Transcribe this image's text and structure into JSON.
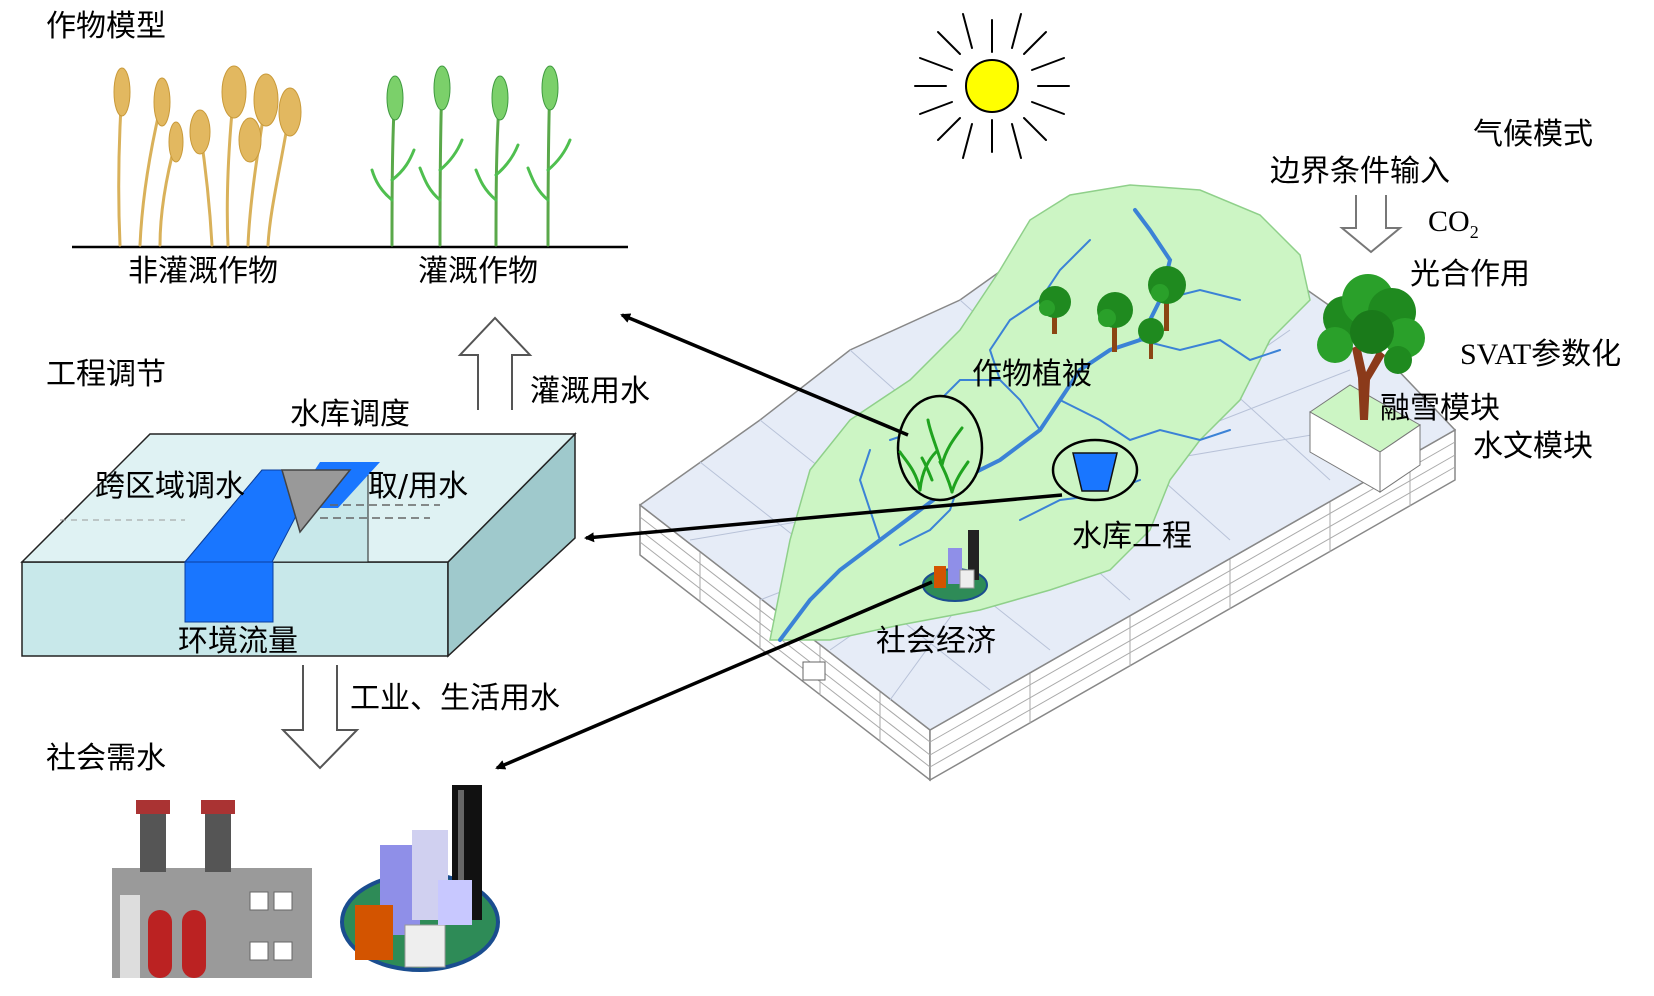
{
  "sections": {
    "crop_model": "作物模型",
    "engineering": "工程调节",
    "social_demand": "社会需水"
  },
  "crops": {
    "rainfed": "非灌溉作物",
    "irrigated": "灌溉作物"
  },
  "flows": {
    "irrigation_water": "灌溉用水",
    "industrial_domestic_water": "工业、生活用水"
  },
  "engineering_block": {
    "reservoir_dispatch": "水库调度",
    "inter_basin_transfer": "跨区域调水",
    "withdrawal_use": "取/用水",
    "environmental_flow": "环境流量"
  },
  "landscape": {
    "crop_vegetation": "作物植被",
    "reservoir_project": "水库工程",
    "socio_economy": "社会经济"
  },
  "climate": {
    "climate_model": "气候模式",
    "boundary_input": "边界条件输入",
    "co2_base": "CO",
    "co2_sub": "2",
    "photosynthesis": "光合作用",
    "svat": "SVAT参数化",
    "snowmelt": "融雪模块",
    "hydrology": "水文模块"
  },
  "colors": {
    "land_green": "#ccf5c4",
    "river_blue": "#3b82d6",
    "water_blue": "#1976ff",
    "block_face": "#c8e8ea",
    "sun_yellow": "#ffff00",
    "tree_green": "#1f8a1f"
  }
}
